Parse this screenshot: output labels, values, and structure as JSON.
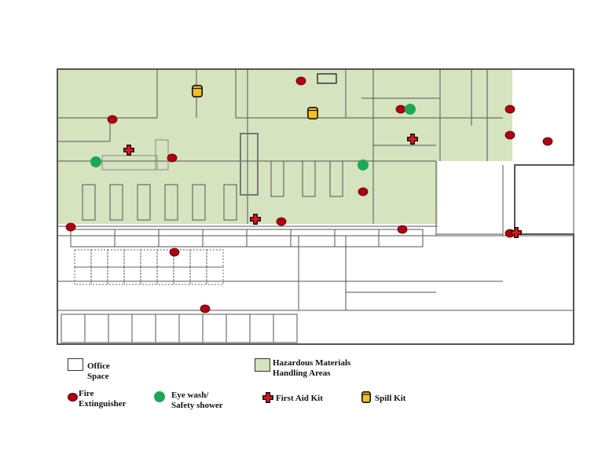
{
  "colors": {
    "hazard_fill": "#d5e3bf",
    "wall": "#555555",
    "fire_extinguisher": "#b3000f",
    "eye_wash": "#1aaa55",
    "first_aid": "#e8141a",
    "spill_kit": "#f5c01a"
  },
  "legend": {
    "office_space": "Office Space",
    "office_line1": "Office",
    "office_line2": "Space",
    "hazard_line1": "Hazardous Materials",
    "hazard_line2": "Handling Areas",
    "fire_line1": "Fire",
    "fire_line2": "Extinguisher",
    "eyewash_line1": "Eye wash/",
    "eyewash_line2": "Safety shower",
    "first_aid": "First Aid Kit",
    "spill_kit": "Spill Kit"
  },
  "icons": [
    "fire-extinguisher-icon",
    "eye-wash-icon",
    "first-aid-kit-icon",
    "spill-kit-icon"
  ]
}
